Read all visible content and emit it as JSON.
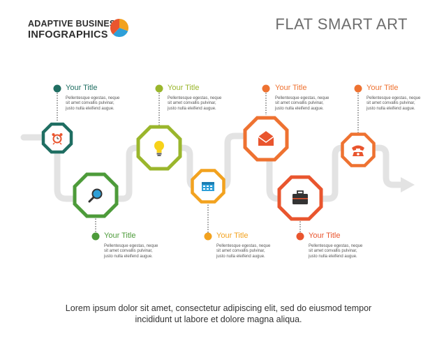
{
  "brand": {
    "line1": "ADAPTIVE BUSINESS",
    "line2": "INFOGRAPHICS"
  },
  "headline": "FLAT SMART ART",
  "colors": {
    "dark_green": "#1f6e62",
    "green": "#4d9b3a",
    "lime": "#9ab62c",
    "amber": "#f2a21f",
    "orange": "#ee7231",
    "red_orange": "#e9552e",
    "path_gray": "#e3e3e3"
  },
  "steps": [
    {
      "title": "Your Title",
      "desc": "Pellentesque egestas, neque sit amet convallis pulvinar, justo nulla eleifend augue.",
      "color": "#1f6e62",
      "icon": "alarm-clock-icon"
    },
    {
      "title": "Your Title",
      "desc": "Pellentesque egestas, neque sit amet convallis pulvinar, justo nulla eleifend augue.",
      "color": "#4d9b3a",
      "icon": "magnifier-icon"
    },
    {
      "title": "Your Title",
      "desc": "Pellentesque egestas, neque sit amet convallis pulvinar, justo nulla eleifend augue.",
      "color": "#9ab62c",
      "icon": "light-bulb-icon"
    },
    {
      "title": "Your Title",
      "desc": "Pellentesque egestas, neque sit amet convallis pulvinar, justo nulla eleifend augue.",
      "color": "#f2a21f",
      "icon": "calendar-icon"
    },
    {
      "title": "Your Title",
      "desc": "Pellentesque egestas, neque sit amet convallis pulvinar, justo nulla eleifend augue.",
      "color": "#ee7231",
      "icon": "envelope-icon"
    },
    {
      "title": "Your Title",
      "desc": "Pellentesque egestas, neque sit amet convallis pulvinar, justo nulla eleifend augue.",
      "color": "#e9552e",
      "icon": "briefcase-icon"
    },
    {
      "title": "Your Title",
      "desc": "Pellentesque egestas, neque sit amet convallis pulvinar, justo nulla eleifend augue.",
      "color": "#ee7231",
      "icon": "telephone-icon"
    }
  ],
  "caption": {
    "line1": "Lorem ipsum dolor sit amet, consectetur adipiscing elit, sed do eiusmod tempor",
    "line2": "incididunt ut labore et dolore magna aliqua."
  }
}
